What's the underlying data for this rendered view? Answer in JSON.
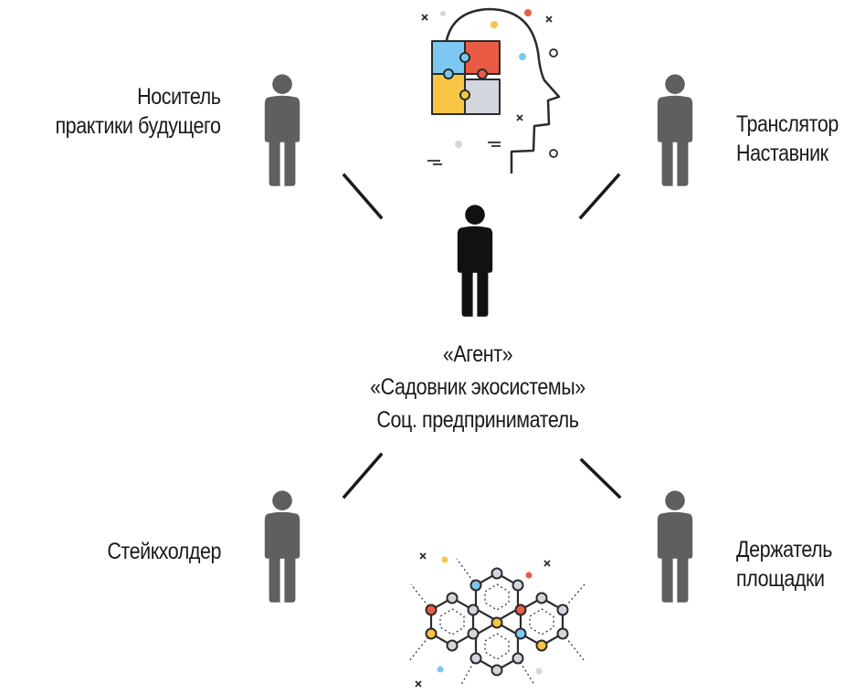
{
  "roles": {
    "top_left": {
      "line1": "Носитель",
      "line2": "практики будущего"
    },
    "top_right": {
      "line1": "Транслятор",
      "line2": "Наставник"
    },
    "bottom_left": {
      "line1": "Стейкхолдер"
    },
    "bottom_right": {
      "line1": "Держатель",
      "line2": "площадки"
    },
    "center": {
      "line1": "«Агент»",
      "line2": "«Садовник экосистемы»",
      "line3": "Соц. предприниматель"
    }
  },
  "icons": {
    "top": "puzzle-head-icon",
    "bottom": "hexagon-network-icon",
    "people": "person-icon"
  },
  "colors": {
    "person_gray": "#5f5f5f",
    "person_center": "#111111",
    "puzzle_blue": "#7cc8f2",
    "puzzle_red": "#ea5b45",
    "puzzle_yellow": "#f7c544",
    "puzzle_gray": "#d4d6de"
  }
}
